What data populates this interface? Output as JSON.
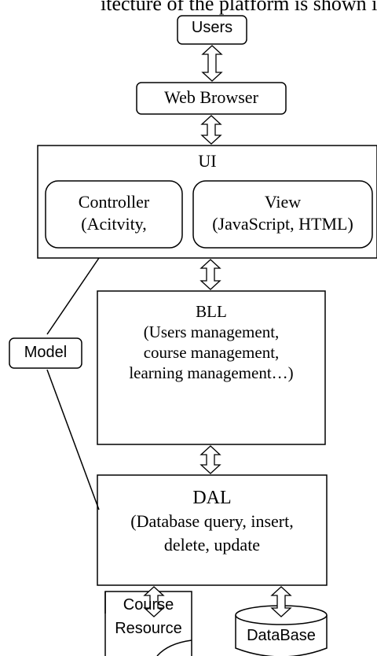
{
  "diagram": {
    "header_fragment": "itecture of the platform is shown in",
    "users": "Users",
    "web_browser": "Web Browser",
    "ui": {
      "title": "UI",
      "controller_line1": "Controller",
      "controller_line2": "(Acitvity,",
      "view_line1": "View",
      "view_line2": "(JavaScript, HTML)"
    },
    "bll": {
      "title": "BLL",
      "line1": "(Users management,",
      "line2": "course management,",
      "line3": "learning management…)"
    },
    "model": "Model",
    "dal": {
      "title": "DAL",
      "line1": "(Database query, insert,",
      "line2": "delete, update"
    },
    "course_resource_line1": "Course",
    "course_resource_line2": "Resource",
    "database": "DataBase"
  }
}
